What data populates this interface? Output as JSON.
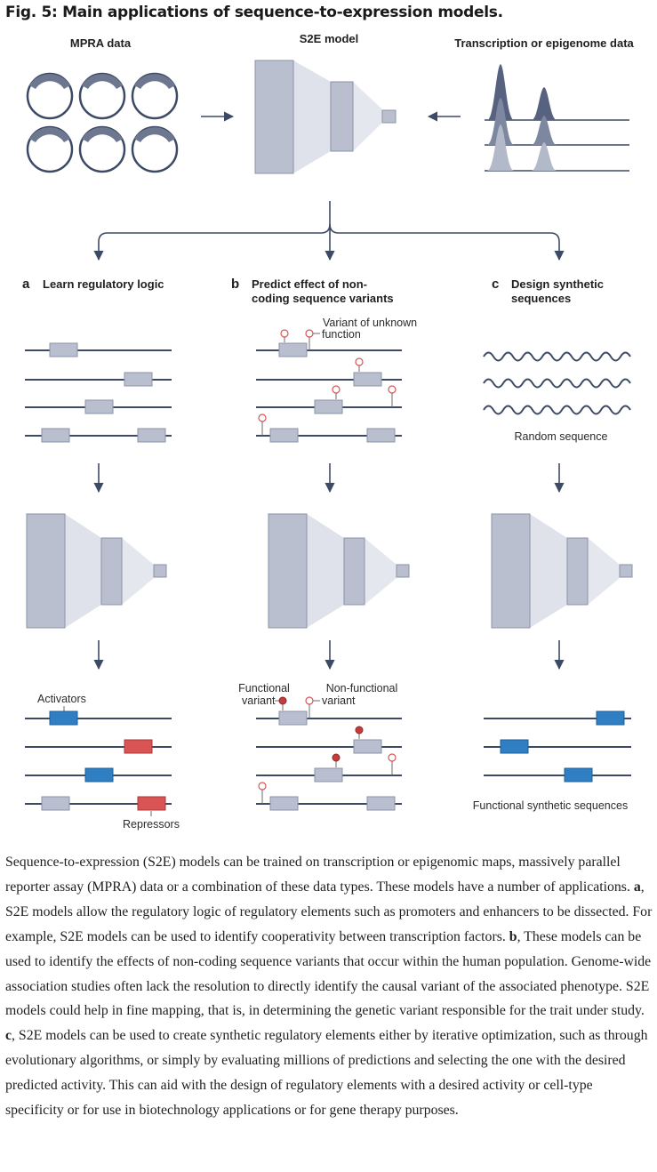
{
  "figure": {
    "title": "Fig. 5: Main applications of sequence-to-expression models.",
    "top_labels": {
      "mpra": "MPRA data",
      "model": "S2E model",
      "epi": "Transcription or epigenome data"
    },
    "panels": {
      "a": {
        "letter": "a",
        "title_line1": "Learn regulatory logic",
        "title_line2": ""
      },
      "b": {
        "letter": "b",
        "title_line1": "Predict effect of non-",
        "title_line2": "coding sequence variants"
      },
      "c": {
        "letter": "c",
        "title_line1": "Design synthetic",
        "title_line2": "sequences"
      }
    },
    "annotations": {
      "variant_unknown_1": "Variant of unknown",
      "variant_unknown_2": "function",
      "random_sequence": "Random sequence",
      "activators": "Activators",
      "repressors": "Repressors",
      "functional_1": "Functional",
      "functional_2": "variant",
      "nonfunctional_1": "Non-functional",
      "nonfunctional_2": "variant",
      "functional_synthetic": "Functional synthetic sequences"
    },
    "colors": {
      "dna_line": "#3d4a66",
      "element_grey": "#b9bfce",
      "activator_blue": "#2f7fc2",
      "repressor_red": "#d95454"
    }
  },
  "caption": {
    "s1": "Sequence-to-expression (S2E) models can be trained on transcription or epigenomic maps, massively parallel reporter assay (MPRA) data or a combination of these data types. These models have a number of applications. ",
    "a_label": "a",
    "s2": ", S2E models allow the regulatory logic of regulatory elements such as promoters and enhancers to be dissected. For example, S2E models can be used to identify cooperativity between transcription factors. ",
    "b_label": "b",
    "s3": ", These models can be used to identify the effects of non-coding sequence variants that occur within the human population. Genome-wide association studies often lack the resolution to directly identify the causal variant of the associated phenotype. S2E models could help in fine mapping, that is, in determining the genetic variant responsible for the trait under study. ",
    "c_label": "c",
    "s4": ", S2E models can be used to create synthetic regulatory elements either by iterative optimization, such as through evolutionary algorithms, or simply by evaluating millions of predictions and selecting the one with the desired predicted activity. This can aid with the design of regulatory elements with a desired activity or cell-type specificity or for use in biotechnology applications or for gene therapy purposes."
  }
}
